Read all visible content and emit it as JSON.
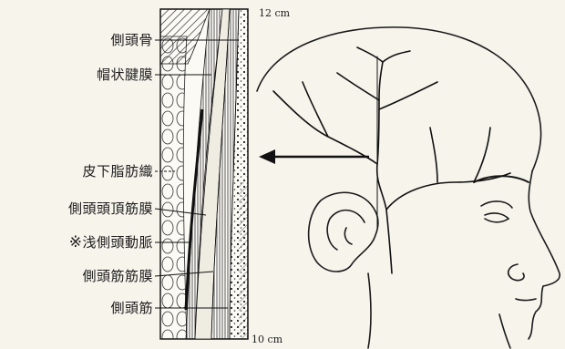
{
  "scale": {
    "top": "12 cm",
    "bottom": "10 cm"
  },
  "marker": "※",
  "layers": [
    "側頭骨",
    "帽状腱膜",
    "皮下脂肪織",
    "側頭頭頂筋膜",
    "浅側頭動脈",
    "側頭筋筋膜",
    "側頭筋"
  ]
}
